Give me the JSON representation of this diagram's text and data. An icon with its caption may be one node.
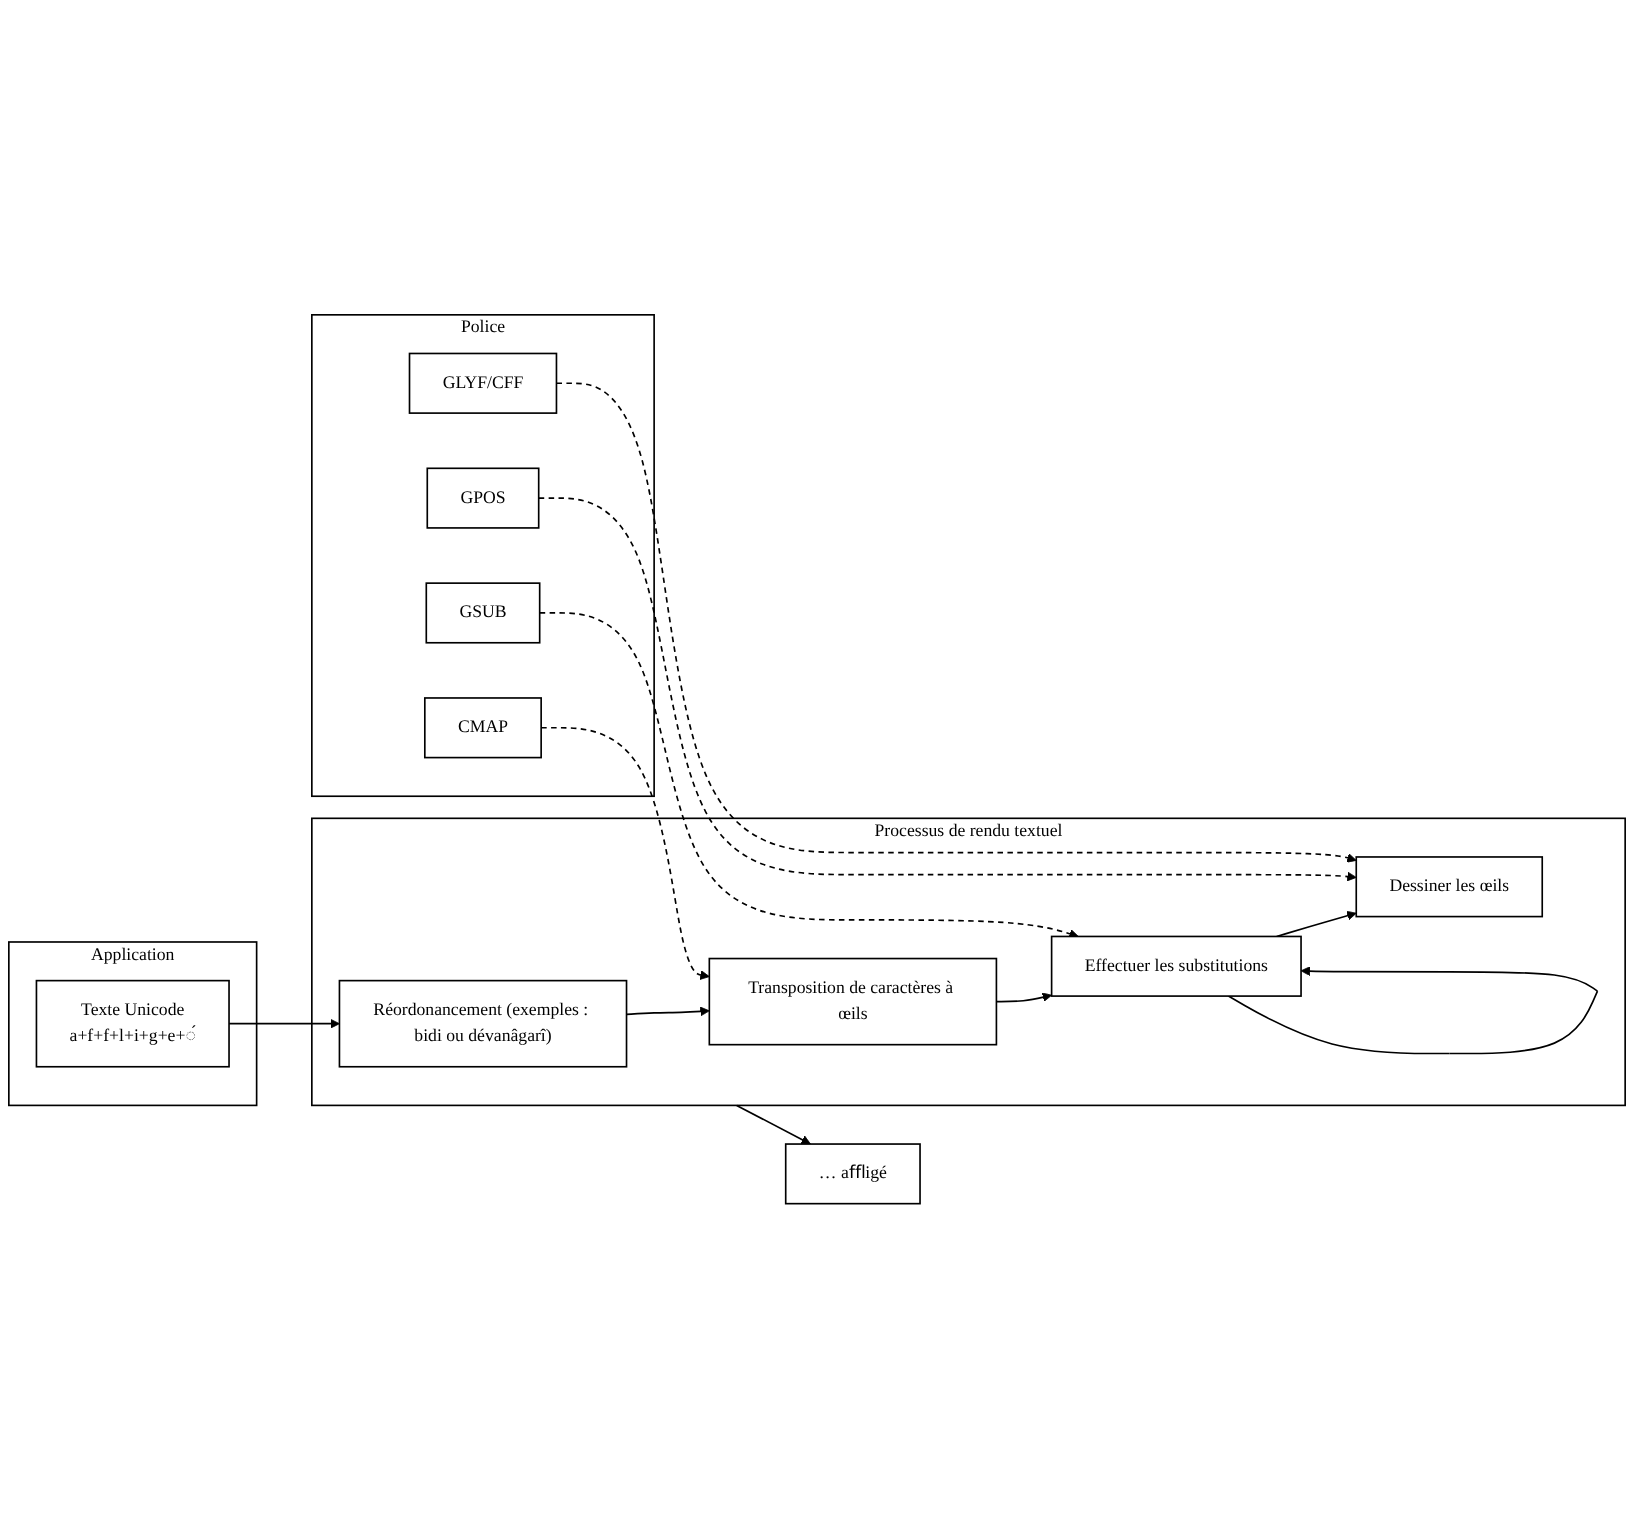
{
  "diagram": {
    "nodes": [
      {
        "text": [
          "Application"
        ]
      },
      {
        "text": [
          "Texte Unicode",
          "a+f+f+l+i+g+e+◌́"
        ],
        "in": 0
      },
      {
        "text": [
          "Processus de rendu textuel"
        ]
      },
      {
        "text": [
          "Réordonancement (exemples : bidi ou dévanâgarî)"
        ],
        "in": 2
      },
      {
        "text": [
          "Transposition de caractères à œils"
        ],
        "in": 2
      },
      {
        "text": [
          "Effectuer les substitutions"
        ],
        "in": 2
      },
      {
        "text": [
          "Dessiner les œils"
        ],
        "in": 2
      },
      {
        "text": [
          "Police"
        ]
      },
      {
        "text": [
          "CMAP"
        ],
        "in": 7
      },
      {
        "text": [
          "GSUB"
        ],
        "in": 7
      },
      {
        "text": [
          "GPOS"
        ],
        "in": 7
      },
      {
        "text": [
          "GLYF/CFF"
        ],
        "in": 7
      },
      {
        "text": [
          "… aﬄigé"
        ]
      }
    ],
    "edges": [
      {
        "from": 1,
        "to": 3,
        "arrow": "to"
      },
      {
        "from": 3,
        "to": 4,
        "arrow": "to"
      },
      {
        "from": 4,
        "to": 5,
        "arrow": "to"
      },
      {
        "from": 5,
        "to": 5,
        "arrow": "to"
      },
      {
        "from": 5,
        "to": 6,
        "arrow": "to"
      },
      {
        "from": 8,
        "to": 4,
        "arrow": "to",
        "style": "dashed"
      },
      {
        "from": 9,
        "to": 5,
        "arrow": "to",
        "style": "dashed"
      },
      {
        "from": 10,
        "to": 6,
        "arrow": "to",
        "style": "dashed"
      },
      {
        "from": 11,
        "to": 6,
        "arrow": "to",
        "style": "dashed"
      },
      {
        "from": 2,
        "to": 12,
        "arrow": "to"
      }
    ]
  }
}
